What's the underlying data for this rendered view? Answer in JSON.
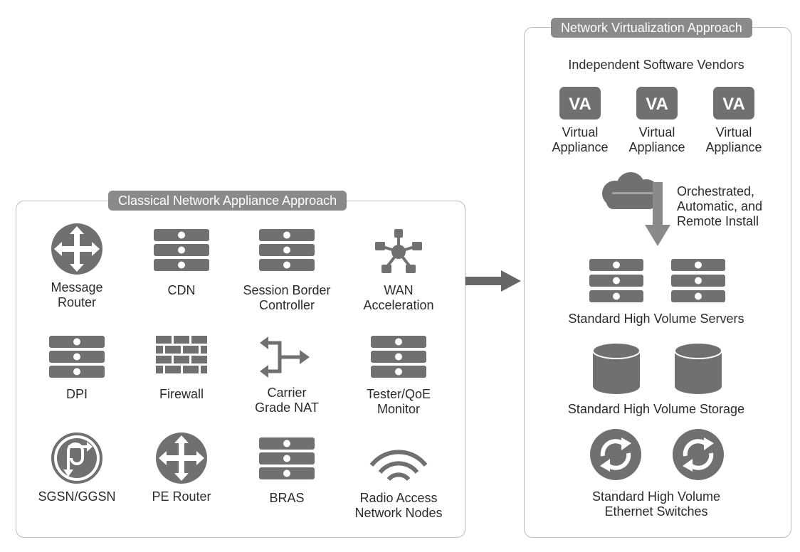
{
  "classical": {
    "title": "Classical Network Appliance Approach",
    "items": [
      {
        "label": "Message\nRouter",
        "icon": "router-icon"
      },
      {
        "label": "CDN",
        "icon": "server-icon"
      },
      {
        "label": "Session Border\nController",
        "icon": "server-icon"
      },
      {
        "label": "WAN\nAcceleration",
        "icon": "hub-icon"
      },
      {
        "label": "DPI",
        "icon": "server-icon"
      },
      {
        "label": "Firewall",
        "icon": "firewall-icon"
      },
      {
        "label": "Carrier\nGrade NAT",
        "icon": "nat-arrows-icon"
      },
      {
        "label": "Tester/QoE\nMonitor",
        "icon": "server-icon"
      },
      {
        "label": "SGSN/GGSN",
        "icon": "sgsn-icon"
      },
      {
        "label": "PE Router",
        "icon": "router-icon"
      },
      {
        "label": "BRAS",
        "icon": "server-icon"
      },
      {
        "label": "Radio Access\nNetwork Nodes",
        "icon": "wireless-icon"
      }
    ]
  },
  "virtualization": {
    "title": "Network Virtualization Approach",
    "vendors_heading": "Independent Software Vendors",
    "va_badge": "VA",
    "appliances": [
      {
        "label": "Virtual\nAppliance"
      },
      {
        "label": "Virtual\nAppliance"
      },
      {
        "label": "Virtual\nAppliance"
      }
    ],
    "install_label": "Orchestrated,\nAutomatic, and\nRemote Install",
    "servers_label": "Standard High Volume Servers",
    "storage_label": "Standard High Volume Storage",
    "switches_label": "Standard High Volume\nEthernet Switches"
  },
  "colors": {
    "icon": "#707070",
    "panel_border": "#bdbdbd",
    "title_bg": "#8a8a8a",
    "arrow": "#666666"
  }
}
